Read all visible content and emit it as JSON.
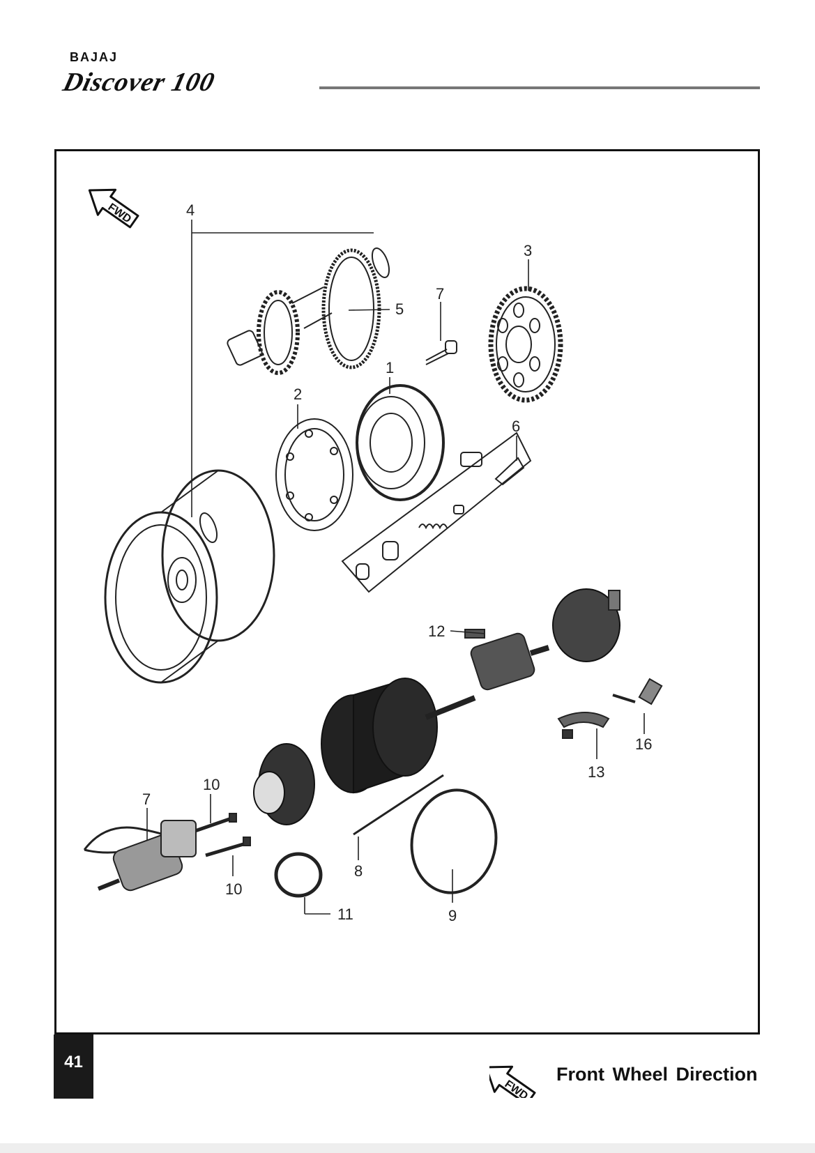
{
  "header": {
    "brand": "BAJAJ",
    "model": "Discover 100"
  },
  "fwd_icon_label": "FWD",
  "callouts": {
    "c1": "1",
    "c2": "2",
    "c3": "3",
    "c4": "4",
    "c5": "5",
    "c6": "6",
    "c7a": "7",
    "c7b": "7",
    "c8": "8",
    "c9": "9",
    "c10a": "10",
    "c10b": "10",
    "c11": "11",
    "c12": "12",
    "c13": "13",
    "c16": "16"
  },
  "footer": {
    "page_number": "41",
    "legend_icon_label": "FWD",
    "legend_text": "Front Wheel Direction"
  }
}
